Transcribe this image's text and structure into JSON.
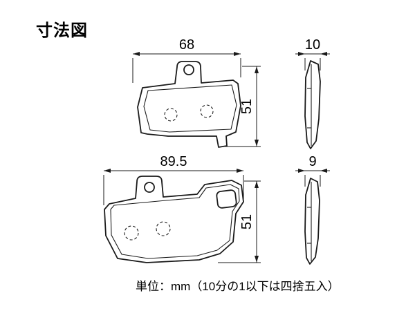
{
  "title": "寸法図",
  "caption": "単位：mm（10分の1以下は四捨五入）",
  "pad_top": {
    "width": "68",
    "height": "51",
    "thickness": "10"
  },
  "pad_bottom": {
    "width": "89.5",
    "height": "51",
    "thickness": "9"
  }
}
